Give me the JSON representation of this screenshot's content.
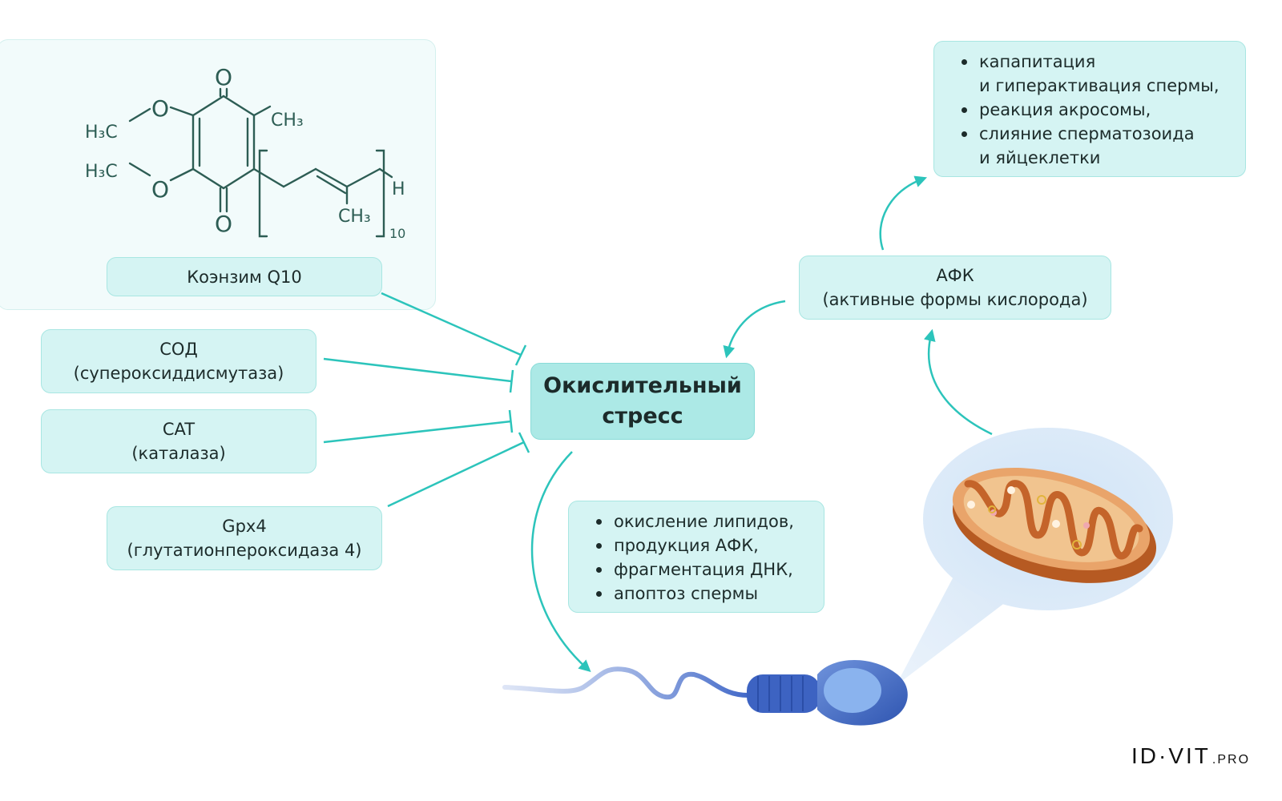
{
  "molecule": {
    "atom_o_top": "O",
    "atom_o_bottom": "O",
    "atom_o_left_top": "O",
    "atom_o_left_bottom": "O",
    "methyl_h3c_top": "H₃C",
    "methyl_h3c_bottom": "H₃C",
    "methyl_ch3_ring": "CH₃",
    "methyl_ch3_chain": "CH₃",
    "terminal_h": "H",
    "subscript_repeat": "10"
  },
  "nodes": {
    "coq10": "Коэнзим Q10",
    "sod": {
      "line1": "СОД",
      "line2": "(супероксиддисмутаза)"
    },
    "cat": {
      "line1": "CAT",
      "line2": "(каталаза)"
    },
    "gpx4": {
      "line1": "Gpx4",
      "line2": "(глутатионпероксидаза 4)"
    },
    "oxidative_stress": {
      "line1": "Окислительный",
      "line2": "стресс"
    },
    "ros": {
      "line1": "АФК",
      "line2": "(активные формы кислорода)"
    }
  },
  "effects_list": [
    "окисление липидов,",
    "продукция АФК,",
    "фрагментация ДНК,",
    "апоптоз спермы"
  ],
  "ros_functions_list": [
    {
      "text": "капапитация",
      "bullet": true
    },
    {
      "text": "и гиперактивация спермы,",
      "bullet": false
    },
    {
      "text": "реакция акросомы,",
      "bullet": true
    },
    {
      "text": "слияние сперматозоида",
      "bullet": true
    },
    {
      "text": "и яйцеклетки",
      "bullet": false
    }
  ],
  "logo": {
    "main": "ID·VIT",
    "sub": ".PRO"
  },
  "colors": {
    "arrow": "#2cc4bb",
    "box_fill": "#d5f4f3",
    "center_fill": "#ace9e6",
    "molecule": "#2d5d54",
    "sperm": "#3f66c4",
    "mitochondrion": "#c9702e"
  }
}
